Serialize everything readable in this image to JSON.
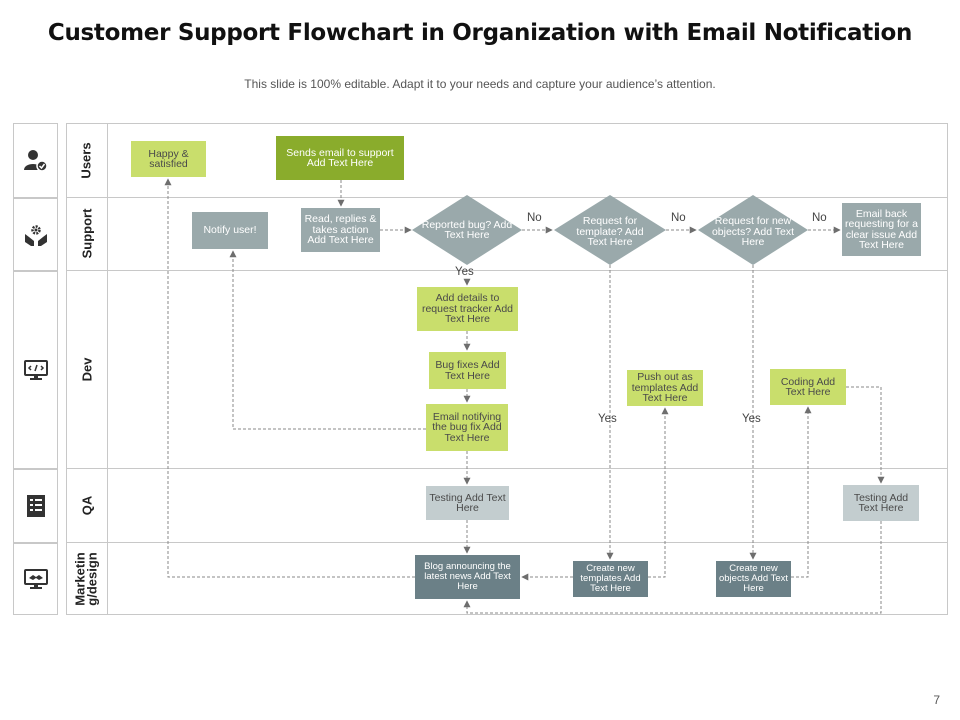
{
  "header": {
    "title": "Customer Support Flowchart in Organization with Email Notification",
    "subtitle": "This slide is 100% editable. Adapt it to your needs and capture your audience’s attention."
  },
  "lanes": [
    {
      "label": "Users",
      "icon": "user-check-icon"
    },
    {
      "label": "Support",
      "icon": "hands-gear-icon"
    },
    {
      "label": "Dev",
      "icon": "code-monitor-icon"
    },
    {
      "label": "QA",
      "icon": "checklist-document-icon"
    },
    {
      "label": "Marketin g/design",
      "icon": "handshake-monitor-icon"
    }
  ],
  "nodes": {
    "happy": "Happy & satisfied",
    "sends_email": "Sends email to support Add Text Here",
    "notify_user": "Notify user!",
    "read_replies": "Read, replies & takes action Add Text Here",
    "reported_bug": "Reported bug? Add Text Here",
    "request_template": "Request for template? Add Text Here",
    "request_objects": "Request for new objects? Add Text Here",
    "email_back": "Email back requesting for a clear issue Add Text Here",
    "add_details": "Add details to request tracker Add Text Here",
    "bug_fixes": "Bug fixes Add Text Here",
    "email_notifying": "Email notifying the bug fix Add Text Here",
    "push_out": "Push out as templates Add Text Here",
    "coding": "Coding Add Text Here",
    "testing_left": "Testing Add Text Here",
    "testing_right": "Testing Add Text Here",
    "blog": "Blog announcing the latest news Add Text Here",
    "create_templates": "Create new templates Add Text Here",
    "create_objects": "Create new objects Add Text Here"
  },
  "edge_labels": {
    "no1": "No",
    "no2": "No",
    "no3": "No",
    "yes_bug": "Yes",
    "yes_template": "Yes",
    "yes_objects": "Yes"
  },
  "page_number": "7",
  "colors": {
    "lime": "#c9de6c",
    "green": "#8aac2c",
    "gray": "#9aa9ab",
    "light_gray": "#c3cdcf",
    "dark_slate": "#6b8087",
    "connector": "#8a8a8a"
  }
}
